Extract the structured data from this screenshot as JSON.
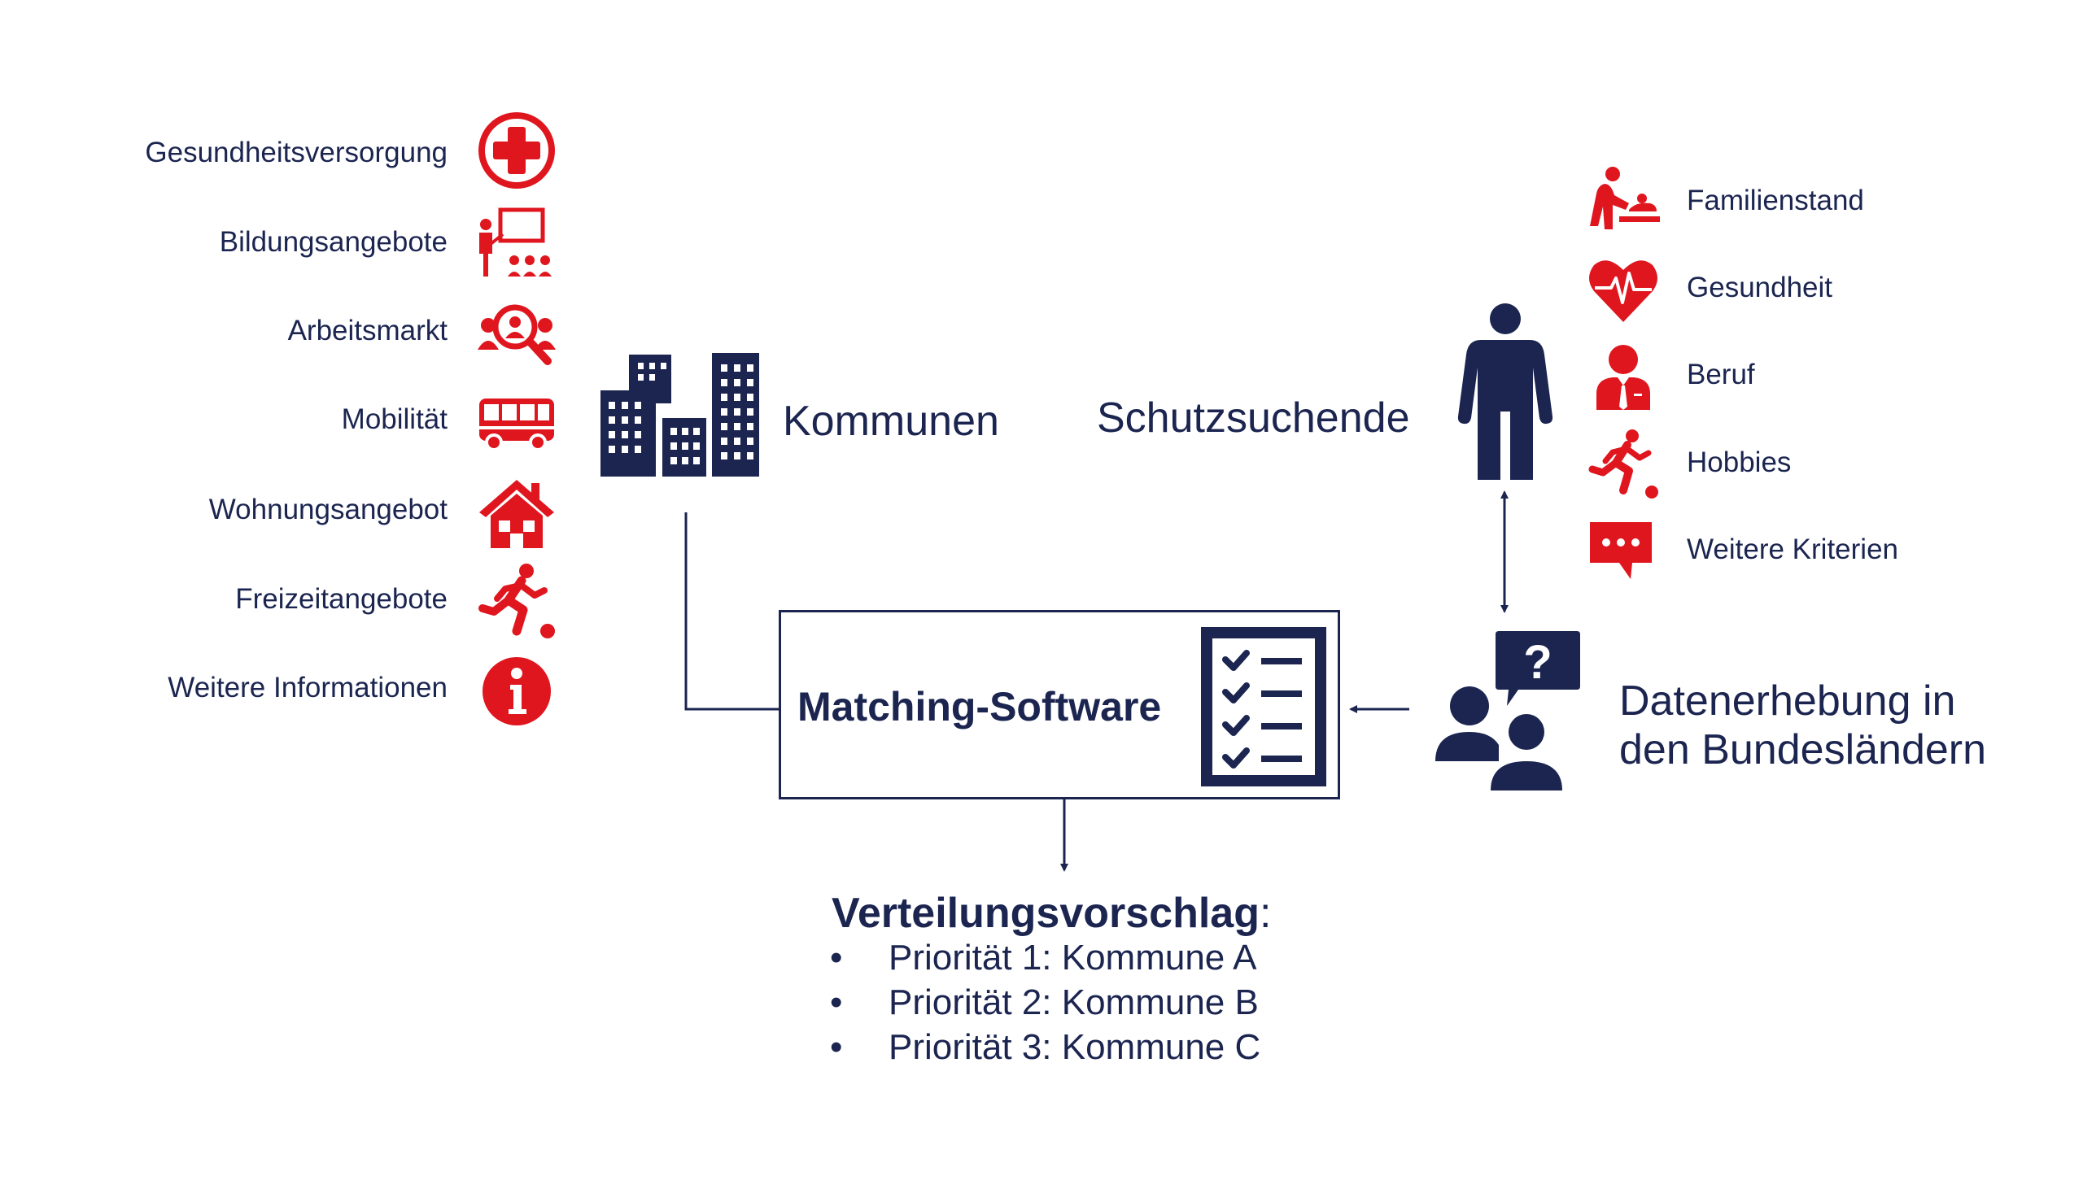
{
  "colors": {
    "navy": "#1b2550",
    "red": "#e0161f",
    "background": "#ffffff"
  },
  "kommunen_attributes": [
    {
      "label": "Gesundheitsversorgung",
      "icon": "medical-cross-icon"
    },
    {
      "label": "Bildungsangebote",
      "icon": "teacher-presentation-icon"
    },
    {
      "label": "Arbeitsmarkt",
      "icon": "job-search-people-icon"
    },
    {
      "label": "Mobilität",
      "icon": "bus-icon"
    },
    {
      "label": "Wohnungsangebot",
      "icon": "house-icon"
    },
    {
      "label": "Freizeitangebote",
      "icon": "soccer-player-icon"
    },
    {
      "label": "Weitere Informationen",
      "icon": "info-icon"
    }
  ],
  "kommunen": {
    "label": "Kommunen",
    "icon": "city-buildings-icon"
  },
  "schutzsuchende": {
    "label": "Schutzsuchende",
    "icon": "person-icon"
  },
  "schutzsuchende_attributes": [
    {
      "label": "Familienstand",
      "icon": "parent-baby-changing-icon"
    },
    {
      "label": "Gesundheit",
      "icon": "heart-pulse-icon"
    },
    {
      "label": "Beruf",
      "icon": "businessperson-icon"
    },
    {
      "label": "Hobbies",
      "icon": "soccer-player-icon"
    },
    {
      "label": "Weitere Kriterien",
      "icon": "speech-bubble-icon"
    }
  ],
  "matching": {
    "label": "Matching-Software",
    "icon": "checklist-icon"
  },
  "datenerhebung": {
    "line1": "Datenerhebung in",
    "line2": "den Bundesländern",
    "icon": "interview-question-icon"
  },
  "result": {
    "title": "Verteilungsvorschlag",
    "title_suffix": ":",
    "bullet": "•",
    "items": [
      "Priorität 1: Kommune A",
      "Priorität 2: Kommune B",
      "Priorität 3: Kommune C"
    ]
  }
}
